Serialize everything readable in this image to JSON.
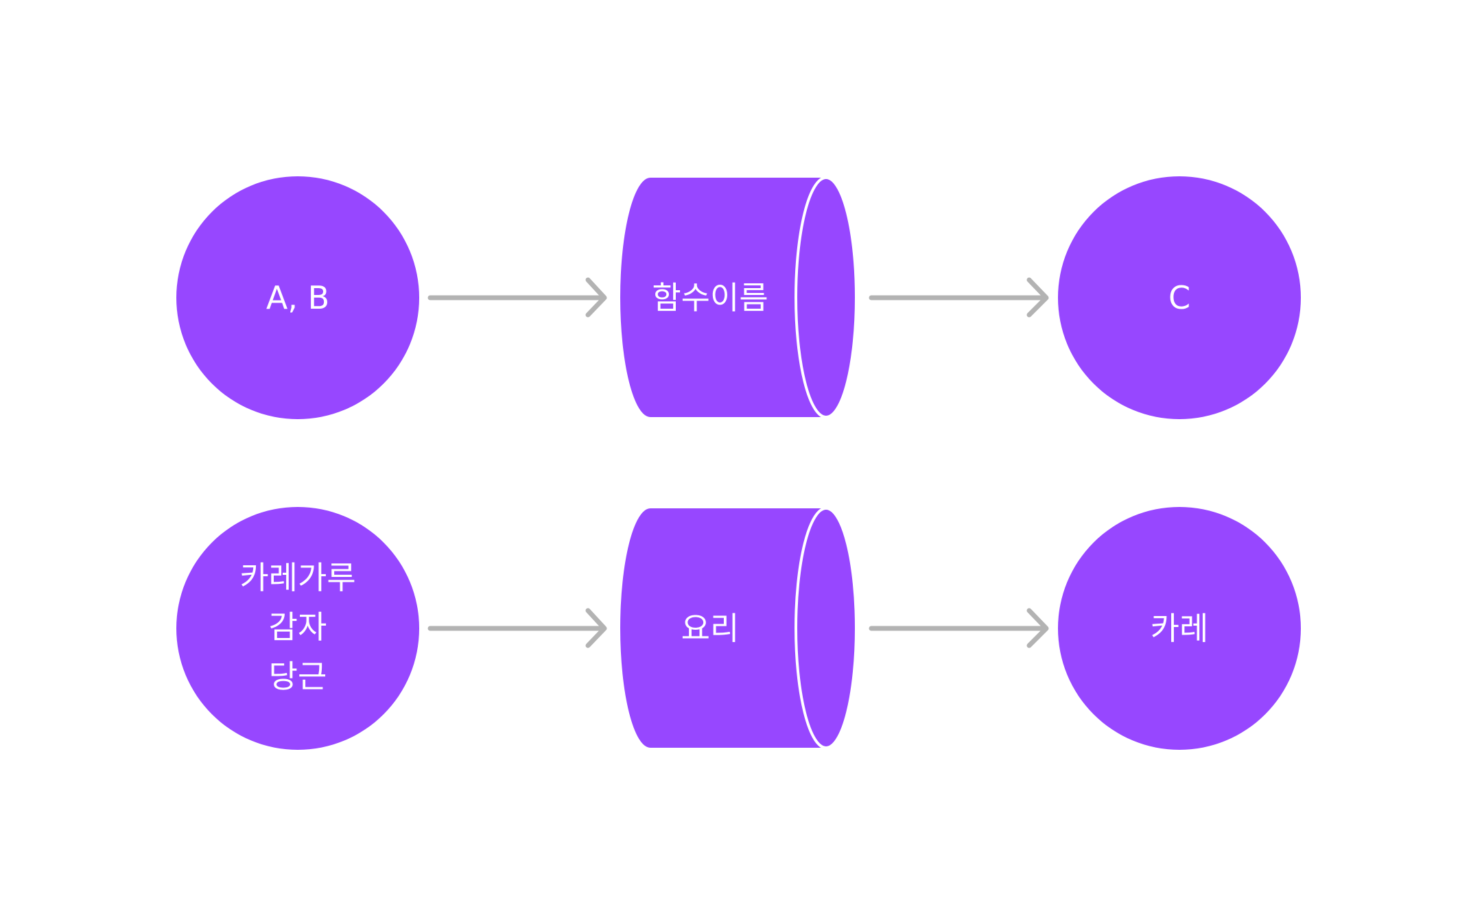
{
  "colors": {
    "node_fill": "#9747FF",
    "node_text": "#FFFFFF",
    "arrow": "#B3B3B3",
    "background": "#FFFFFF"
  },
  "rows": [
    {
      "input": {
        "lines": [
          "A, B"
        ]
      },
      "function": {
        "label": "함수이름"
      },
      "output": {
        "lines": [
          "C"
        ]
      }
    },
    {
      "input": {
        "lines": [
          "카레가루",
          "감자",
          "당근"
        ]
      },
      "function": {
        "label": "요리"
      },
      "output": {
        "lines": [
          "카레"
        ]
      }
    }
  ]
}
